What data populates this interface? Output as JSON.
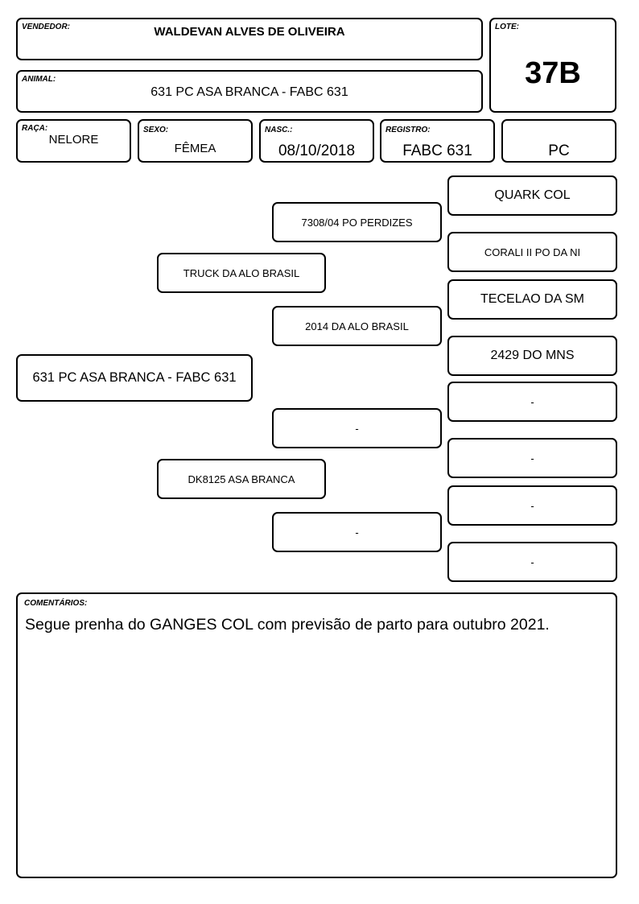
{
  "header": {
    "vendedor": {
      "label": "VENDEDOR:",
      "value": "WALDEVAN ALVES DE OLIVEIRA"
    },
    "animal": {
      "label": "ANIMAL:",
      "value": "631 PC ASA BRANCA - FABC 631"
    },
    "lote": {
      "label": "LOTE:",
      "value": "37B"
    }
  },
  "info": {
    "raca": {
      "label": "RAÇA:",
      "value": "NELORE"
    },
    "sexo": {
      "label": "SEXO:",
      "value": "FÊMEA"
    },
    "nasc": {
      "label": "NASC.:",
      "value": "08/10/2018"
    },
    "registro": {
      "label": "REGISTRO:",
      "value": "FABC 631"
    },
    "categoria": {
      "value": "PC"
    }
  },
  "pedigree": {
    "animal": "631 PC ASA BRANCA - FABC 631",
    "sire": "TRUCK DA ALO BRASIL",
    "dam": "DK8125 ASA BRANCA",
    "sire_sire": "7308/04 PO PERDIZES",
    "sire_dam": "2014 DA ALO BRASIL",
    "dam_sire": "-",
    "dam_dam": "-",
    "sire_sire_sire": "QUARK COL",
    "sire_sire_dam": "CORALI II PO DA NI",
    "sire_dam_sire": "TECELAO DA SM",
    "sire_dam_dam": "2429 DO MNS",
    "dam_sire_sire": "-",
    "dam_sire_dam": "-",
    "dam_dam_sire": "-",
    "dam_dam_dam": "-"
  },
  "comments": {
    "label": "COMENTÁRIOS:",
    "text": "Segue prenha do GANGES COL com previsão de parto para outubro 2021."
  }
}
